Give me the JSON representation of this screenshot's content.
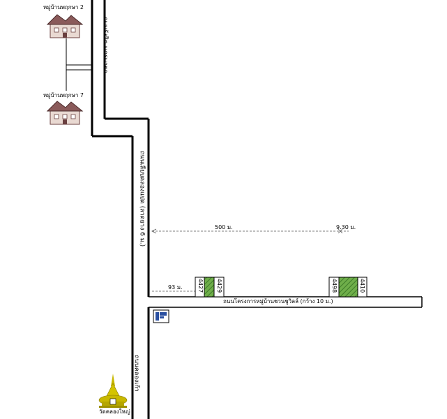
{
  "landmarks": {
    "village_2": "หมู่บ้านพฤกษา 2",
    "village_7": "หมู่บ้านพฤกษา 7",
    "temple": "วัดคลองใหญ่"
  },
  "roads": {
    "top_road": "ถนนรังสิต-นครนายก",
    "middle_road": "ถนนเลียบคลองแปด (ลาดยาง 6 ม.)",
    "bottom_road": "ถนนคลองเก้า",
    "access_road": "ถนนโครงการหมู่บ้านชวนชูวิลล์ (กว้าง 10 ม.)"
  },
  "distances": {
    "dist_500": "500 ม.",
    "dist_930": "9.30 ม.",
    "dist_93": "93 ม."
  },
  "plots": {
    "p1": "4427",
    "p2": "4429",
    "p3": "4498",
    "p4": "4410"
  },
  "colors": {
    "plot_fill": "#6fae4a",
    "road_outline": "#000000",
    "house_roof": "#8a5a5a",
    "temple_gold": "#c8b800",
    "sign_blue": "#2a4fa0"
  }
}
